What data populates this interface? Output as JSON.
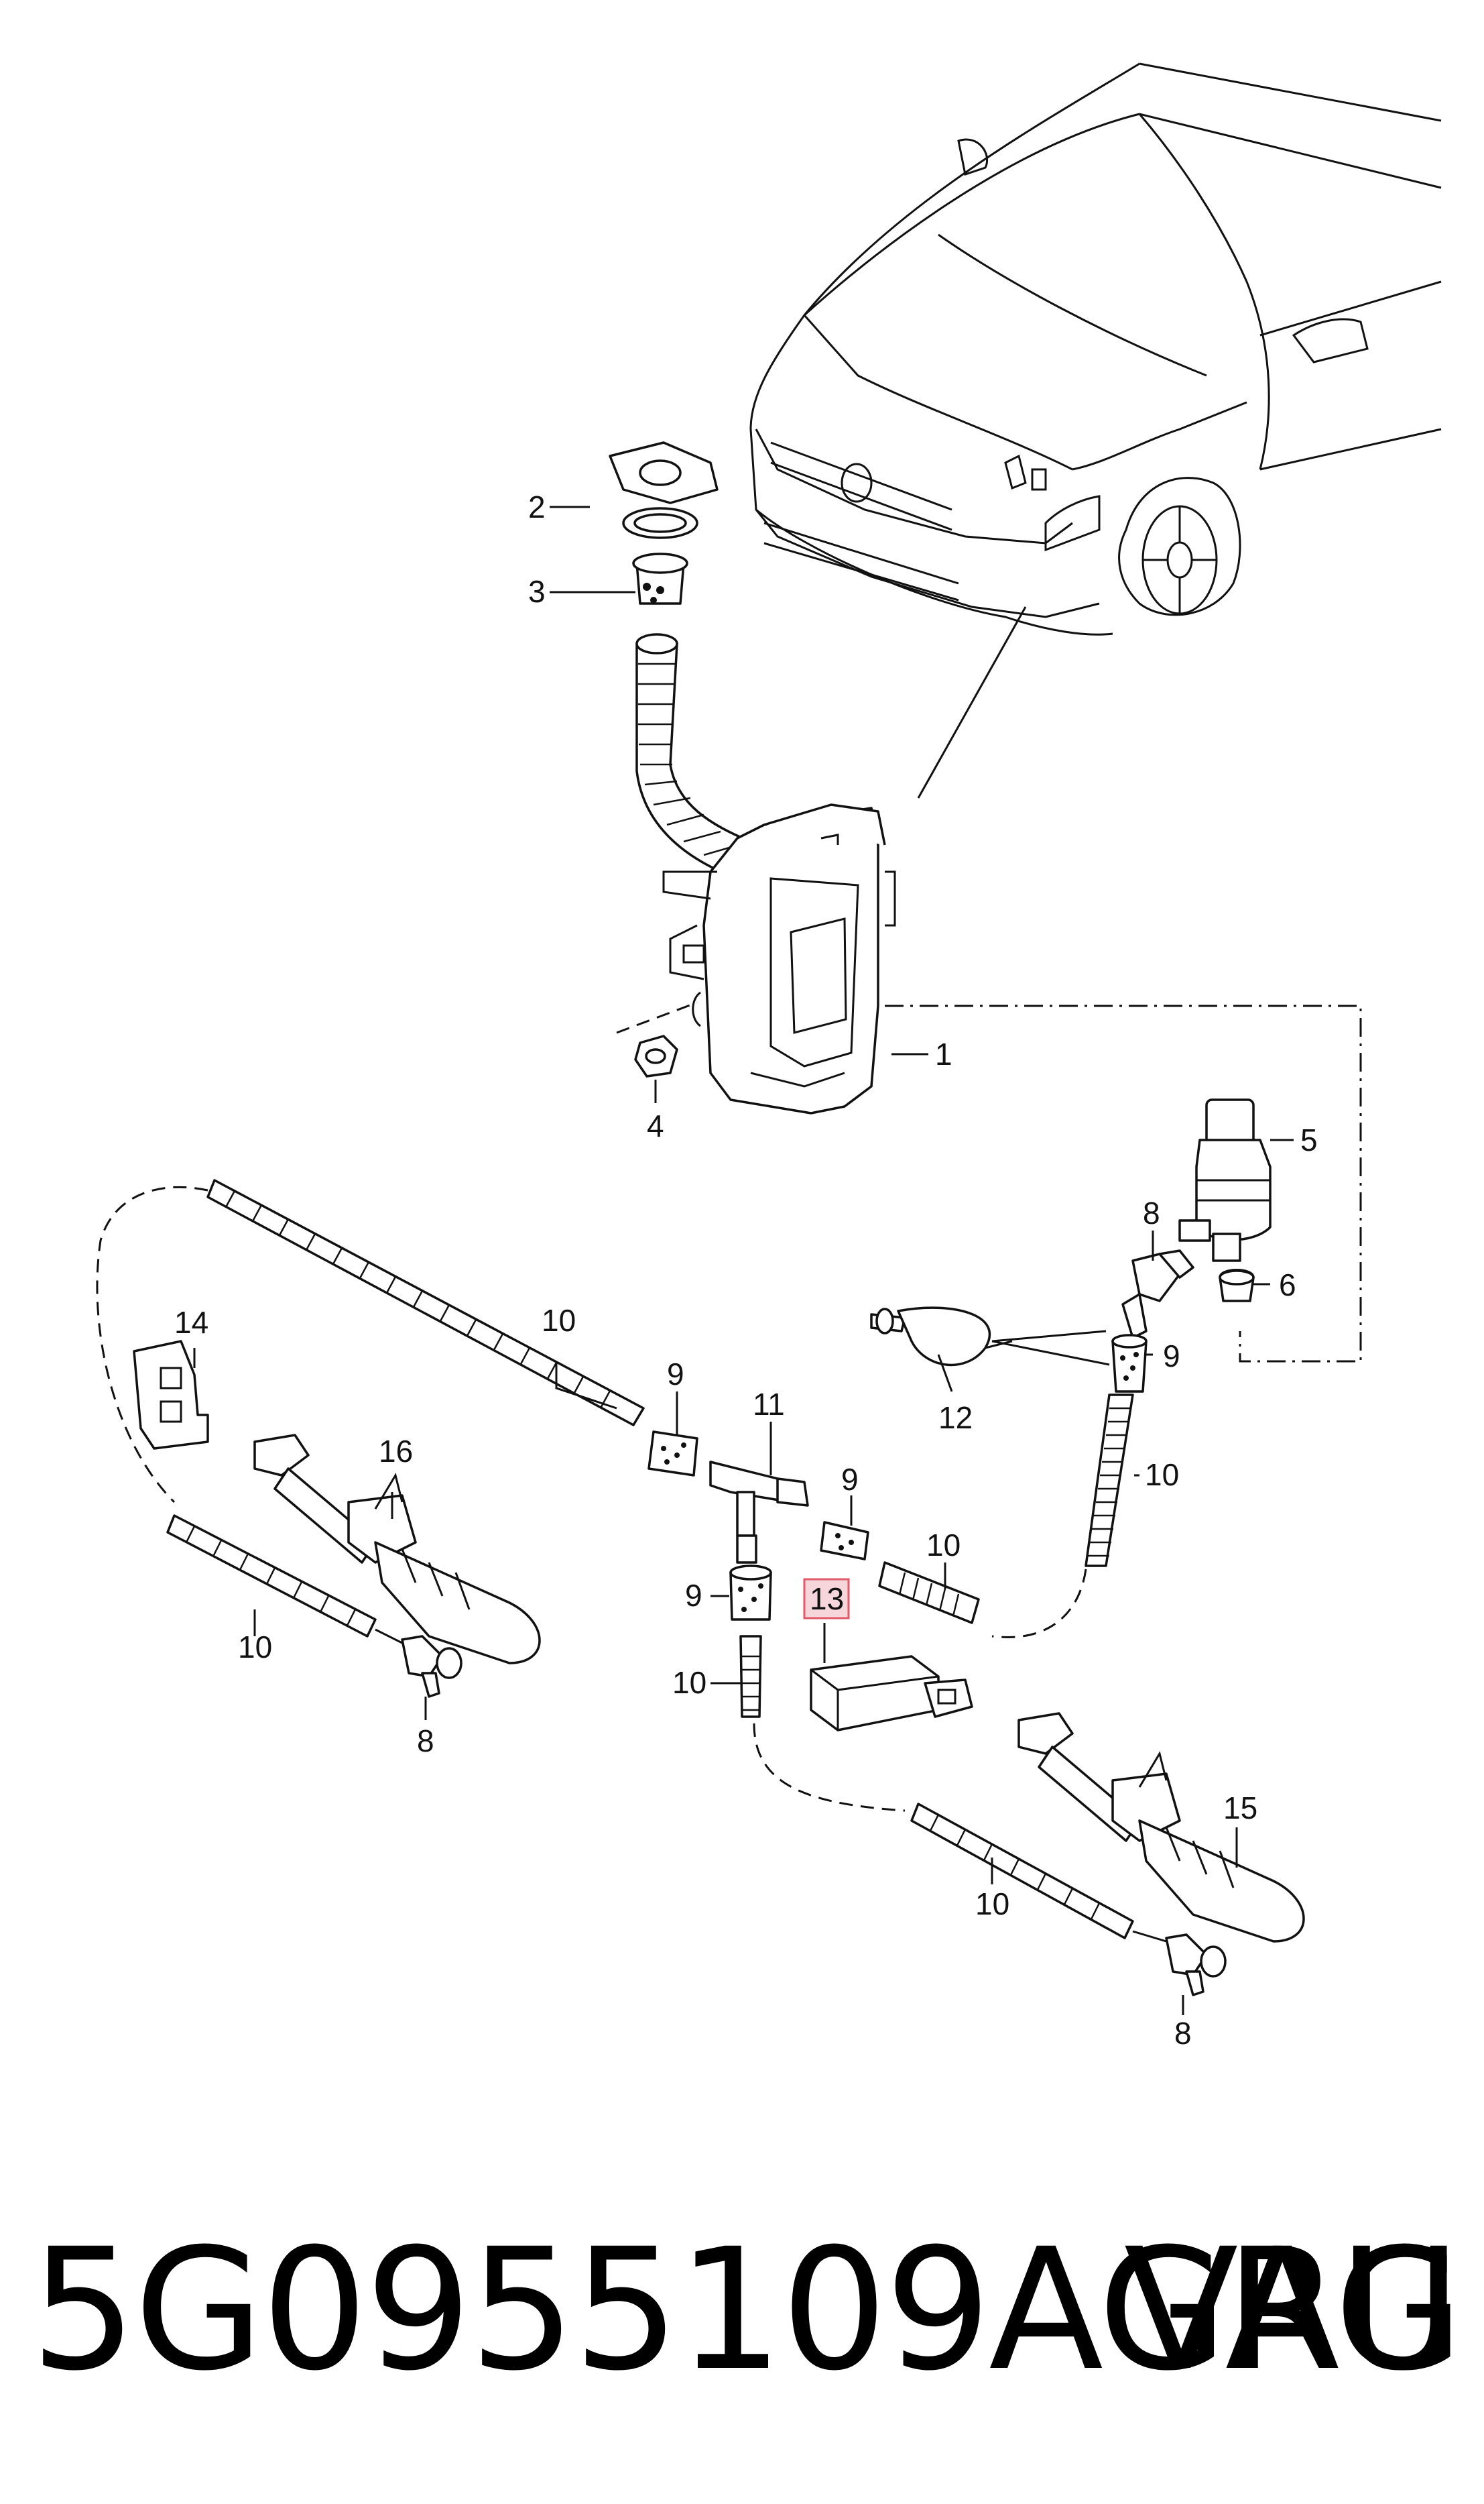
{
  "callouts": {
    "c1": "1",
    "c2": "2",
    "c3": "3",
    "c4": "4",
    "c5": "5",
    "c6": "6",
    "c8a": "8",
    "c8b": "8",
    "c8c": "8",
    "c9a": "9",
    "c9b": "9",
    "c9c": "9",
    "c9d": "9",
    "c10a": "10",
    "c10b": "10",
    "c10c": "10",
    "c10d": "10",
    "c10e": "10",
    "c10f": "10",
    "c11": "11",
    "c12": "12",
    "c13": "13",
    "c14": "14",
    "c15": "15",
    "c16": "16"
  },
  "highlight_color": "#e05a6a",
  "footer": {
    "part_number": "5G0955109AGRU",
    "brand": "VAG"
  }
}
